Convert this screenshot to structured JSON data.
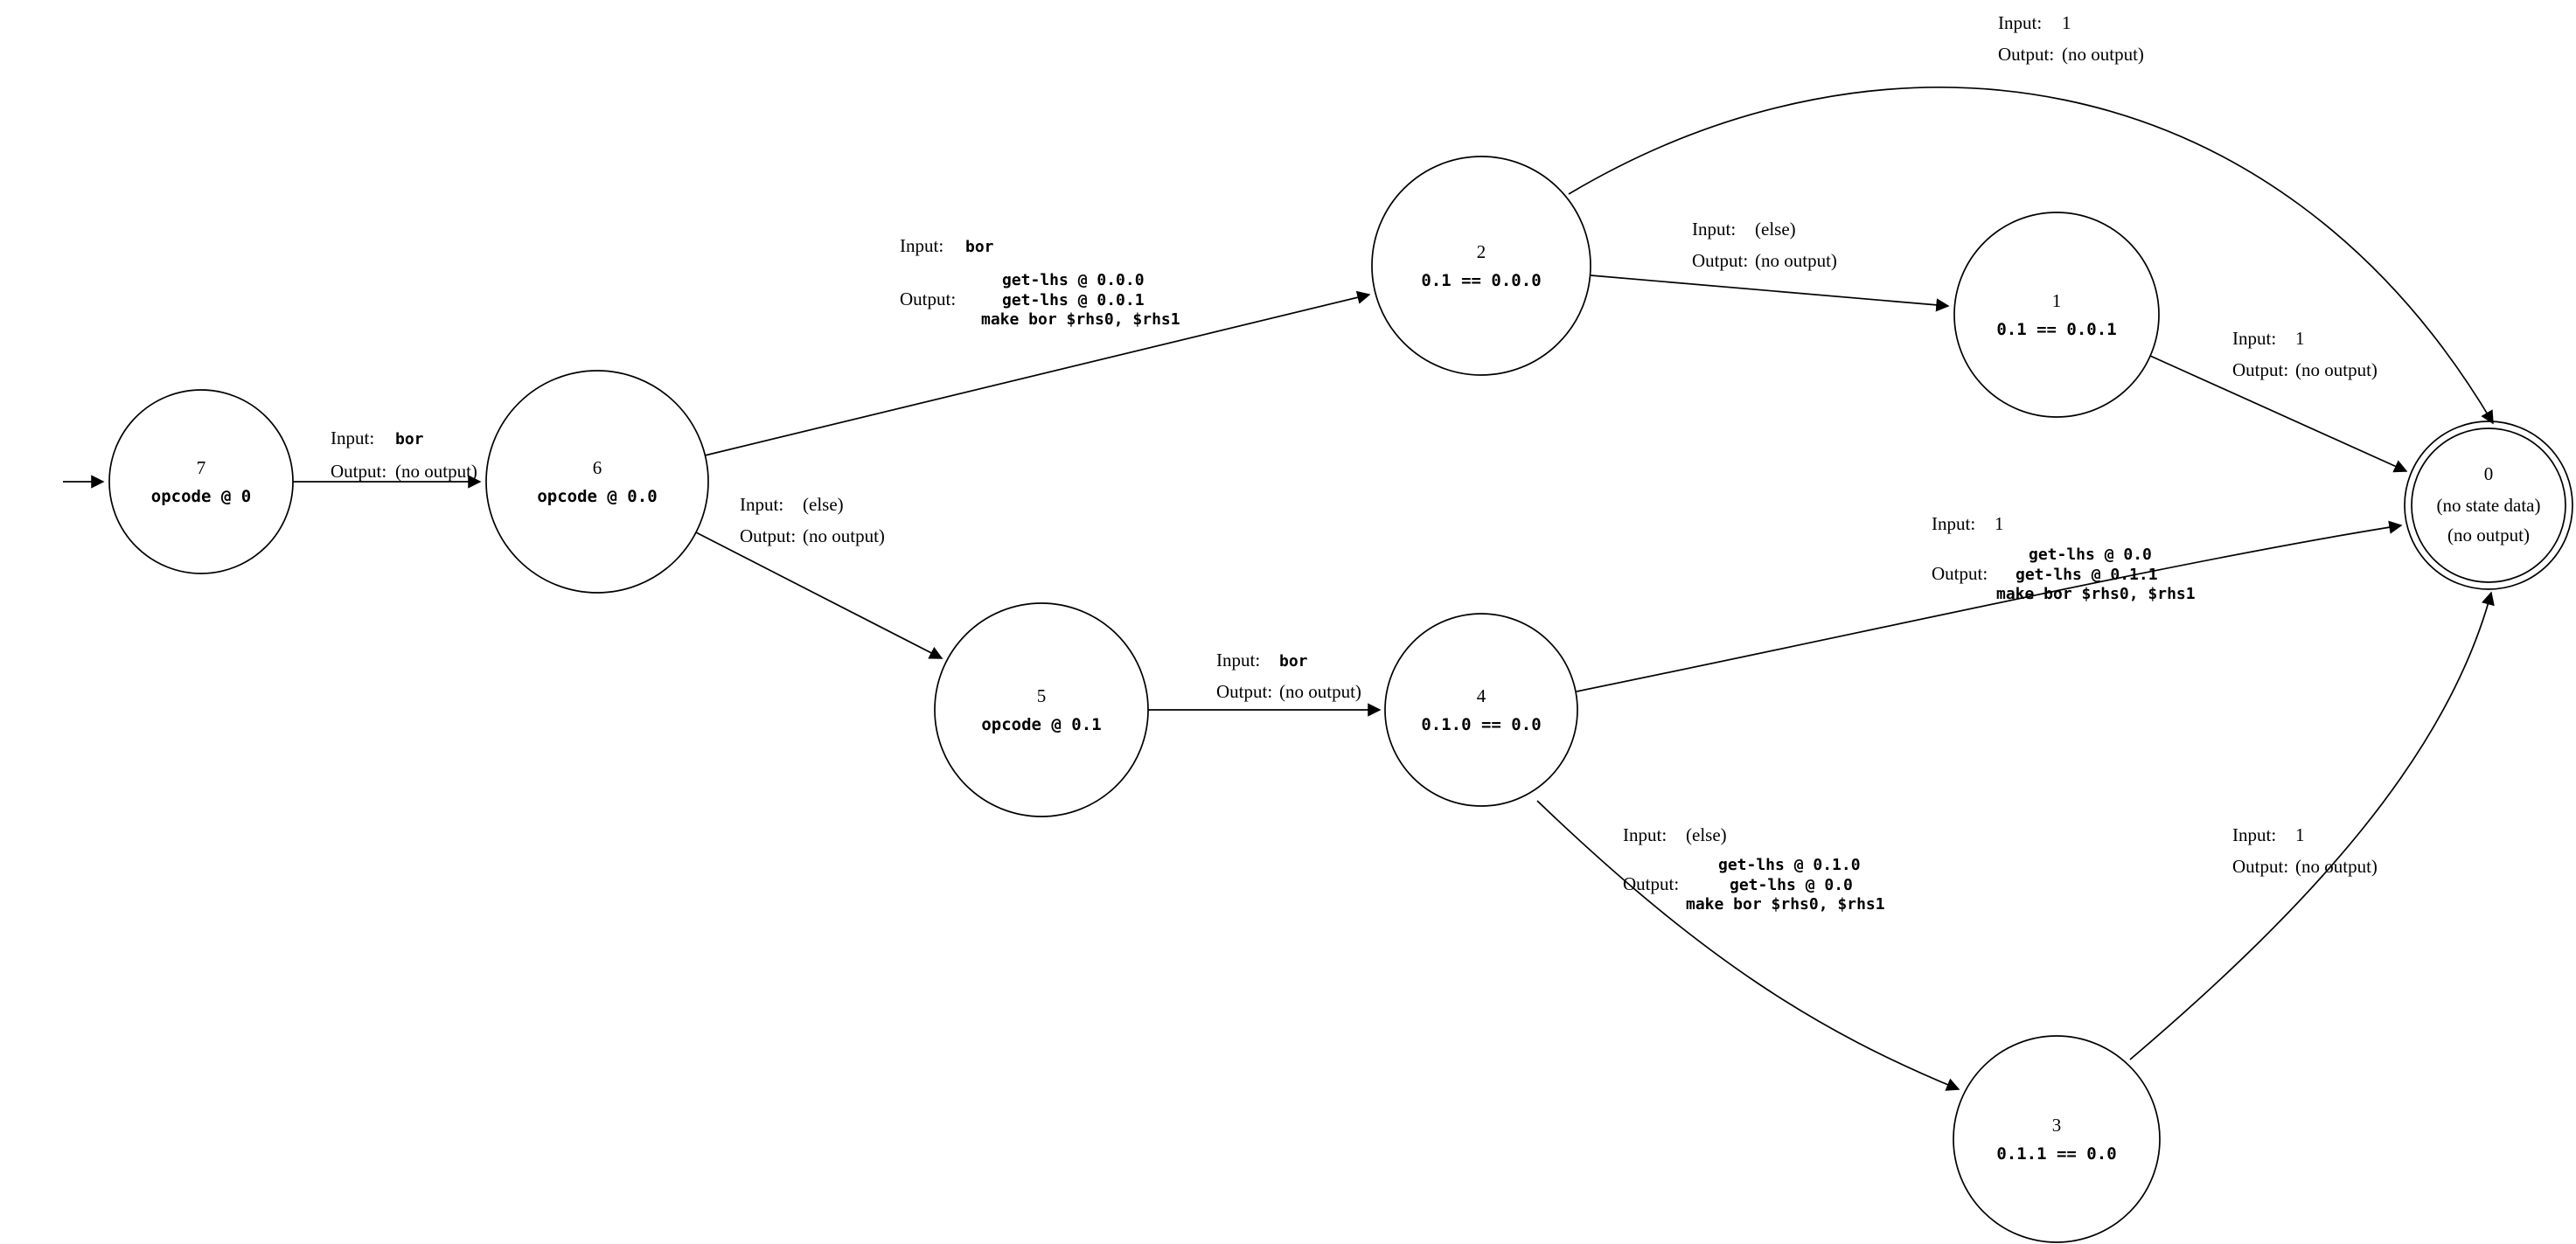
{
  "diagram": {
    "kind": "finite-state-machine",
    "background_color": "#ffffff",
    "stroke_color": "#000000",
    "start_state": "7",
    "accepting_state": "0"
  },
  "labels": {
    "input": "Input:",
    "output": "Output:"
  },
  "nodes": {
    "7": {
      "id": "7",
      "label": "opcode @ 0"
    },
    "6": {
      "id": "6",
      "label": "opcode @ 0.0"
    },
    "5": {
      "id": "5",
      "label": "opcode @ 0.1"
    },
    "4": {
      "id": "4",
      "label": "0.1.0 == 0.0"
    },
    "3": {
      "id": "3",
      "label": "0.1.1 == 0.0"
    },
    "2": {
      "id": "2",
      "label": "0.1 == 0.0.0"
    },
    "1": {
      "id": "1",
      "label": "0.1 == 0.0.1"
    },
    "0": {
      "id": "0",
      "line1": "(no state data)",
      "line2": "(no output)"
    }
  },
  "edges": {
    "7-6": {
      "from": "7",
      "to": "6",
      "input": "bor",
      "output": [
        "(no output)"
      ]
    },
    "6-2": {
      "from": "6",
      "to": "2",
      "input": "bor",
      "output": [
        "get-lhs @ 0.0.0",
        "get-lhs @ 0.0.1",
        "make bor $rhs0, $rhs1"
      ]
    },
    "6-5": {
      "from": "6",
      "to": "5",
      "input": "(else)",
      "output": [
        "(no output)"
      ]
    },
    "2-0": {
      "from": "2",
      "to": "0",
      "input": "1",
      "output": [
        "(no output)"
      ]
    },
    "2-1": {
      "from": "2",
      "to": "1",
      "input": "(else)",
      "output": [
        "(no output)"
      ]
    },
    "1-0": {
      "from": "1",
      "to": "0",
      "input": "1",
      "output": [
        "(no output)"
      ]
    },
    "5-4": {
      "from": "5",
      "to": "4",
      "input": "bor",
      "output": [
        "(no output)"
      ]
    },
    "4-0": {
      "from": "4",
      "to": "0",
      "input": "1",
      "output": [
        "get-lhs @ 0.0",
        "get-lhs @ 0.1.1",
        "make bor $rhs0, $rhs1"
      ]
    },
    "4-3": {
      "from": "4",
      "to": "3",
      "input": "(else)",
      "output": [
        "get-lhs @ 0.1.0",
        "get-lhs @ 0.0",
        "make bor $rhs0, $rhs1"
      ]
    },
    "3-0": {
      "from": "3",
      "to": "0",
      "input": "1",
      "output": [
        "(no output)"
      ]
    }
  }
}
